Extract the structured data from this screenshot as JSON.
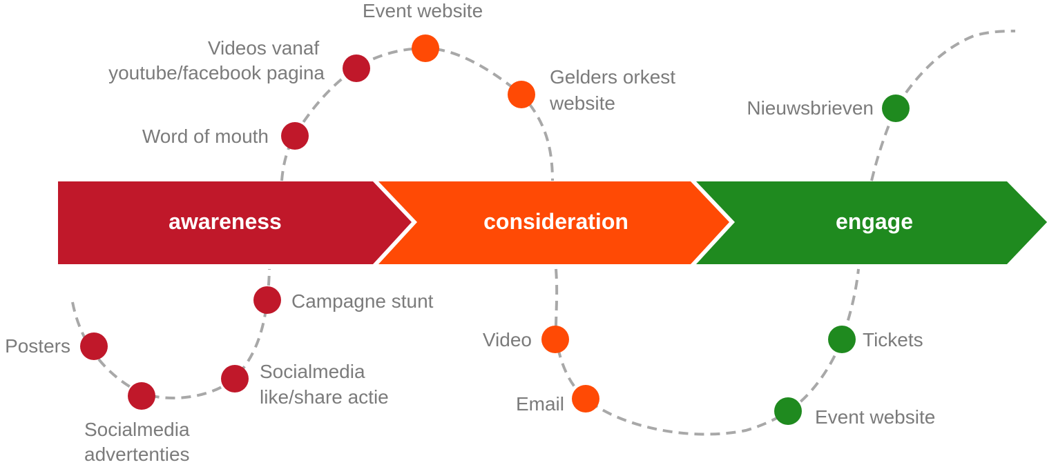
{
  "colors": {
    "awareness": "#c0182a",
    "consideration": "#ff4a05",
    "engage": "#1f8a1f",
    "path": "#a8a8a8",
    "label": "#7b7b7b",
    "stage_text": "#ffffff"
  },
  "stages": [
    {
      "key": "awareness",
      "label": "awareness"
    },
    {
      "key": "consideration",
      "label": "consideration"
    },
    {
      "key": "engage",
      "label": "engage"
    }
  ],
  "touchpoints": {
    "awareness": [
      {
        "lines": [
          "Videos vanaf",
          "youtube/facebook pagina"
        ]
      },
      {
        "lines": [
          "Word of mouth"
        ]
      },
      {
        "lines": [
          "Campagne stunt"
        ]
      },
      {
        "lines": [
          "Socialmedia",
          "like/share actie"
        ]
      },
      {
        "lines": [
          "Socialmedia",
          "advertenties"
        ]
      },
      {
        "lines": [
          "Posters"
        ]
      }
    ],
    "consideration": [
      {
        "lines": [
          "Event website"
        ]
      },
      {
        "lines": [
          "Gelders orkest",
          "website"
        ]
      },
      {
        "lines": [
          "Video"
        ]
      },
      {
        "lines": [
          "Email"
        ]
      }
    ],
    "engage": [
      {
        "lines": [
          "Nieuwsbrieven"
        ]
      },
      {
        "lines": [
          "Tickets"
        ]
      },
      {
        "lines": [
          "Event website"
        ]
      }
    ]
  }
}
